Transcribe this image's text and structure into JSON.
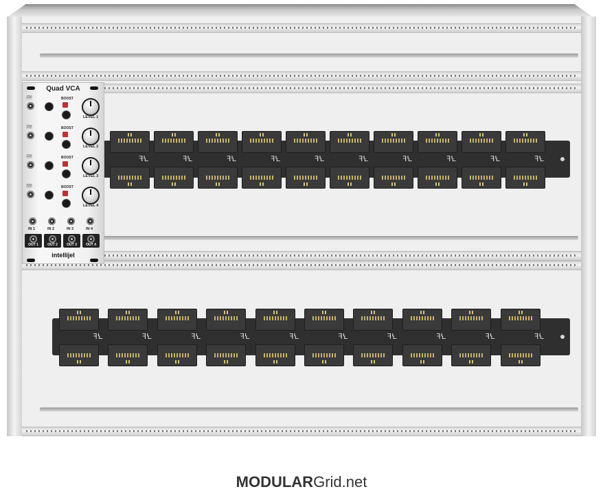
{
  "module": {
    "title": "Quad VCA",
    "brand": "intellijel",
    "channels": [
      {
        "cv_label": "CV",
        "boost_label": "BOOST",
        "level_label": "LEVEL 1"
      },
      {
        "cv_label": "CV",
        "boost_label": "BOOST",
        "level_label": "LEVEL 2"
      },
      {
        "cv_label": "CV",
        "boost_label": "BOOST",
        "level_label": "LEVEL 3"
      },
      {
        "cv_label": "CV",
        "boost_label": "BOOST",
        "level_label": "LEVEL 4"
      }
    ],
    "inputs": [
      "IN 1",
      "IN 2",
      "IN 3",
      "IN 4"
    ],
    "outputs": [
      "OUT 1",
      "OUT 2",
      "OUT 3",
      "OUT 4"
    ]
  },
  "footer": {
    "brand_bold": "MODULAR",
    "brand_regular": "Grid.net"
  },
  "colors": {
    "busboard": "#2f2f2f",
    "pins": "#c9b46a",
    "module_panel": "#f2f2f2"
  },
  "bus_logo_glyph": "ꟻꝆ"
}
